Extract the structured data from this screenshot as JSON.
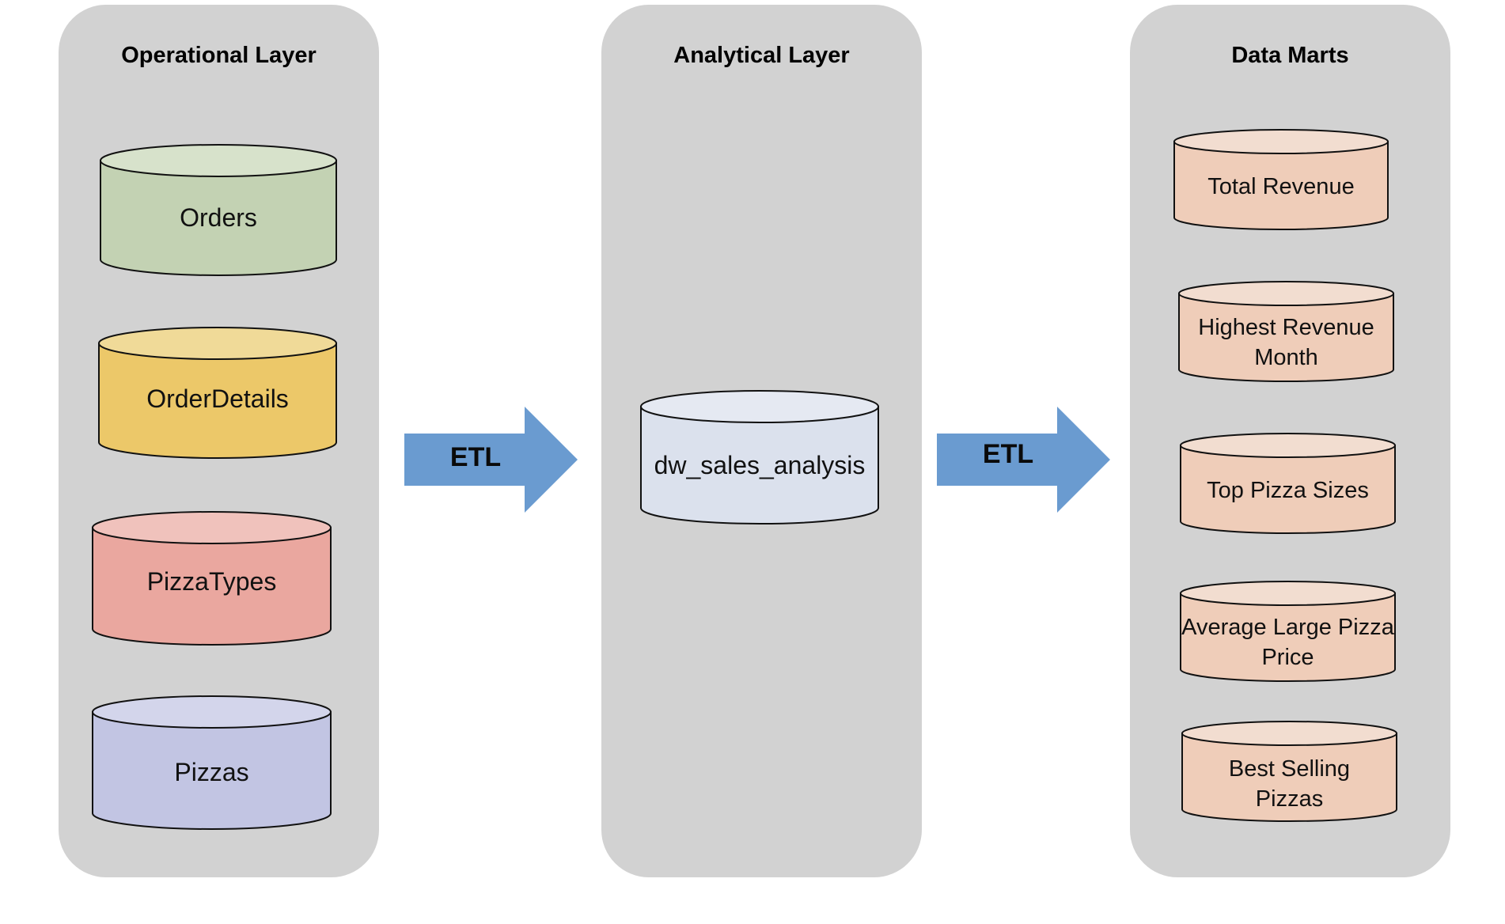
{
  "colors": {
    "panel_bg": "#d2d2d2",
    "stroke": "#111111",
    "arrow": "#6a9bd0",
    "orders_body": "#c3d2b3",
    "orders_top": "#d7e2cb",
    "orderdetails_body": "#ecc869",
    "orderdetails_top": "#f0da98",
    "pizzatypes_body": "#eaa79f",
    "pizzatypes_top": "#f0c2bc",
    "pizzas_body": "#c2c5e3",
    "pizzas_top": "#d3d5eb",
    "dw_body": "#dbe1ed",
    "dw_top": "#e5e9f2",
    "mart_body": "#efcdb9",
    "mart_top": "#f2ddd0"
  },
  "layers": {
    "operational": {
      "title": "Operational Layer",
      "tables": [
        "Orders",
        "OrderDetails",
        "PizzaTypes",
        "Pizzas"
      ]
    },
    "analytical": {
      "title": "Analytical Layer",
      "tables": [
        "dw_sales_analysis"
      ]
    },
    "marts": {
      "title": "Data Marts",
      "tables": [
        [
          "Total Revenue"
        ],
        [
          "Highest Revenue",
          "Month"
        ],
        [
          "Top Pizza Sizes"
        ],
        [
          "Average Large Pizza",
          "Price"
        ],
        [
          "Best Selling",
          "Pizzas"
        ]
      ]
    }
  },
  "arrows": [
    "ETL",
    "ETL"
  ]
}
